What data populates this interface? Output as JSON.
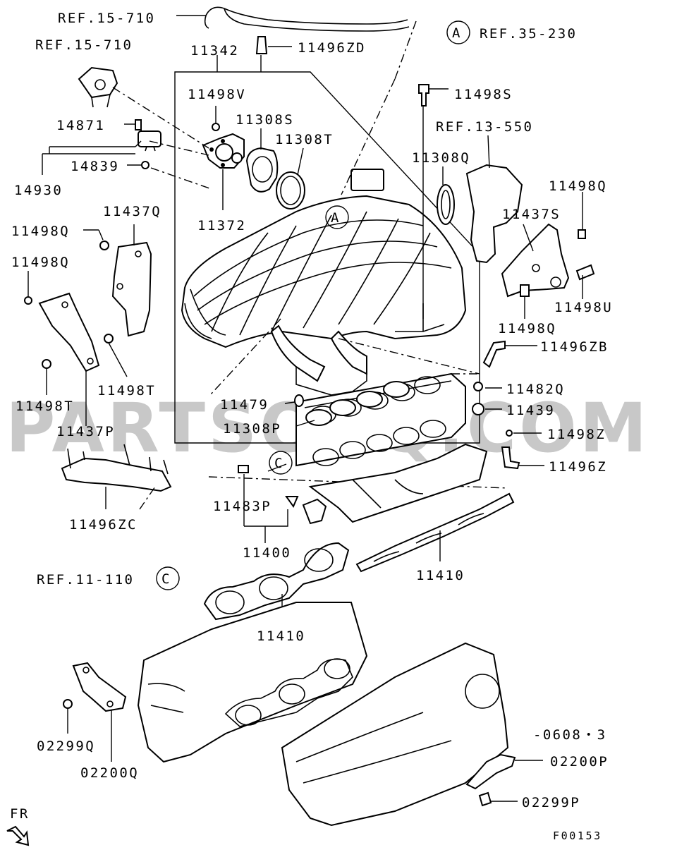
{
  "watermark": "PARTSOUQ.COM",
  "diagram_code": "F00153",
  "date_note": "-0608・3",
  "direction_label": "FR",
  "callouts": {
    "a": "A",
    "c": "C"
  },
  "references": {
    "ref_15_710_top": "REF.15-710",
    "ref_15_710_left": "REF.15-710",
    "ref_35_230": "REF.35-230",
    "ref_13_550": "REF.13-550",
    "ref_11_110": "REF.11-110"
  },
  "parts": {
    "p11342": "11342",
    "p11496ZD": "11496ZD",
    "p11498S": "11498S",
    "p11498V": "11498V",
    "p11308S": "11308S",
    "p11308T": "11308T",
    "p11308Q": "11308Q",
    "p14871": "14871",
    "p14839": "14839",
    "p14930": "14930",
    "p11437Q": "11437Q",
    "p11372": "11372",
    "p11498Q_right_top": "11498Q",
    "p11437S": "11437S",
    "p11498U": "11498U",
    "p11498Q_right_mid": "11498Q",
    "p11496ZB": "11496ZB",
    "p11498Q_left_1": "11498Q",
    "p11498Q_left_2": "11498Q",
    "p11498T_right": "11498T",
    "p11498T_left": "11498T",
    "p11437P": "11437P",
    "p11479": "11479",
    "p11308P": "11308P",
    "p11482Q": "11482Q",
    "p11439": "11439",
    "p11498Z": "11498Z",
    "p11496Z": "11496Z",
    "p11496ZC": "11496ZC",
    "p11483P": "11483P",
    "p11400": "11400",
    "p11410_right": "11410",
    "p11410_center": "11410",
    "p02299Q": "02299Q",
    "p02200Q": "02200Q",
    "p02200P": "02200P",
    "p02299P": "02299P"
  }
}
